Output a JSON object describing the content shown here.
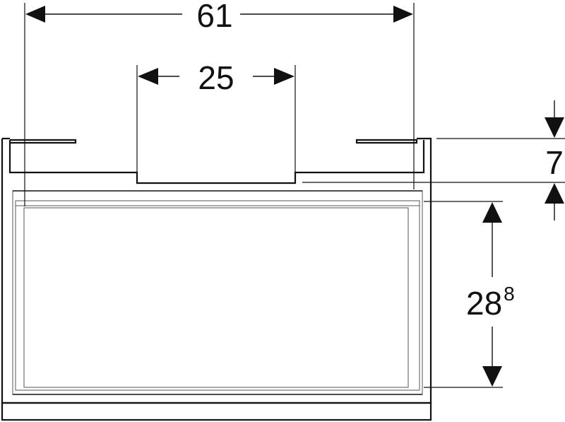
{
  "dimensions": {
    "overall_width": "61",
    "cutout_width": "25",
    "top_height": "7",
    "drawer_height": "28",
    "drawer_height_sup": "8"
  },
  "colors": {
    "line": "#111111",
    "thin_line": "#666666",
    "background": "#ffffff"
  }
}
